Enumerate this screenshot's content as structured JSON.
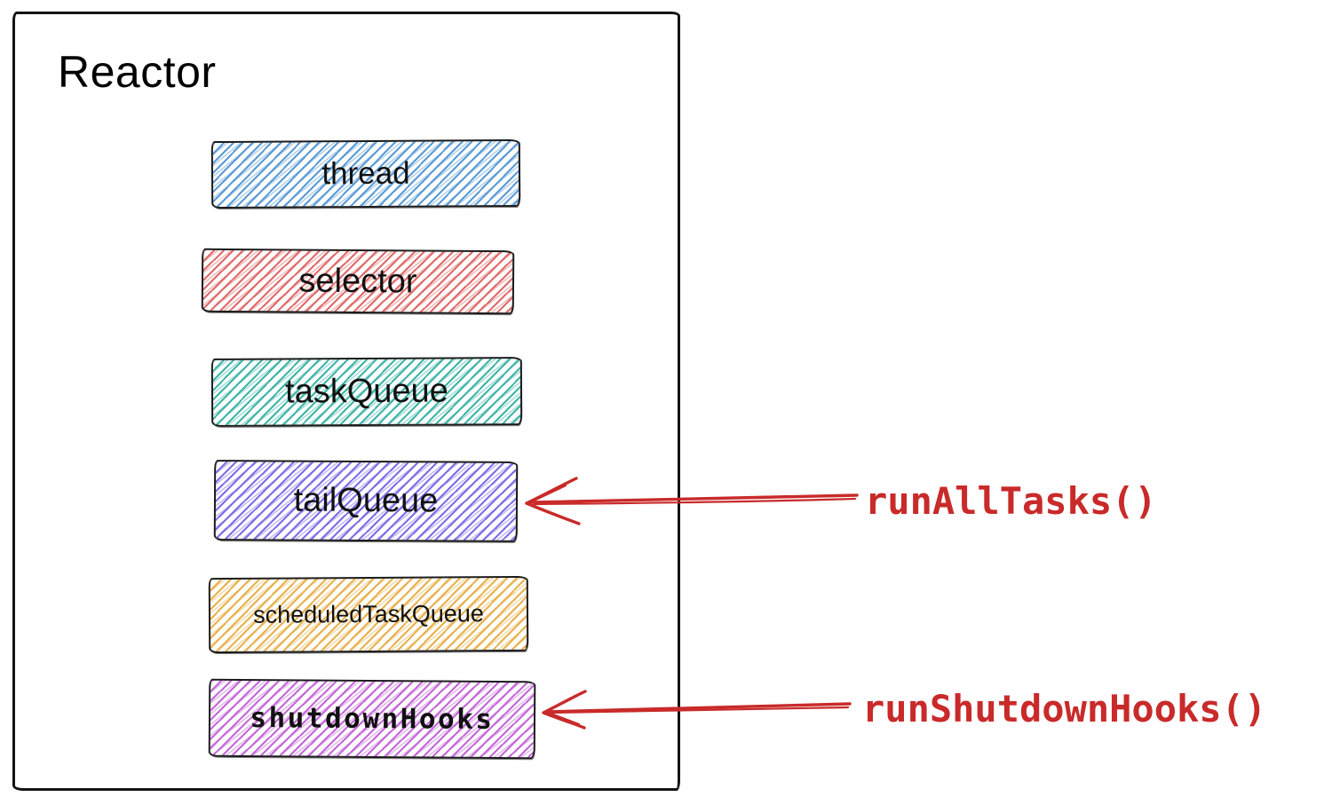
{
  "diagram": {
    "title": "Reactor",
    "boxes": [
      {
        "id": "thread",
        "label": "thread",
        "color": "#5b9bd5"
      },
      {
        "id": "selector",
        "label": "selector",
        "color": "#e06a6a"
      },
      {
        "id": "taskQueue",
        "label": "taskQueue",
        "color": "#3fb5a8"
      },
      {
        "id": "tailQueue",
        "label": "tailQueue",
        "color": "#7d6ee8"
      },
      {
        "id": "scheduledTaskQueue",
        "label": "scheduledTaskQueue",
        "color": "#e8b14d"
      },
      {
        "id": "shutdownHooks",
        "label": "shutdownHooks",
        "color": "#c468d8"
      }
    ],
    "annotations": [
      {
        "label": "runAllTasks()",
        "target": "tailQueue",
        "color": "#c92a2a"
      },
      {
        "label": "runShutdownHooks()",
        "target": "shutdownHooks",
        "color": "#c92a2a"
      }
    ]
  }
}
